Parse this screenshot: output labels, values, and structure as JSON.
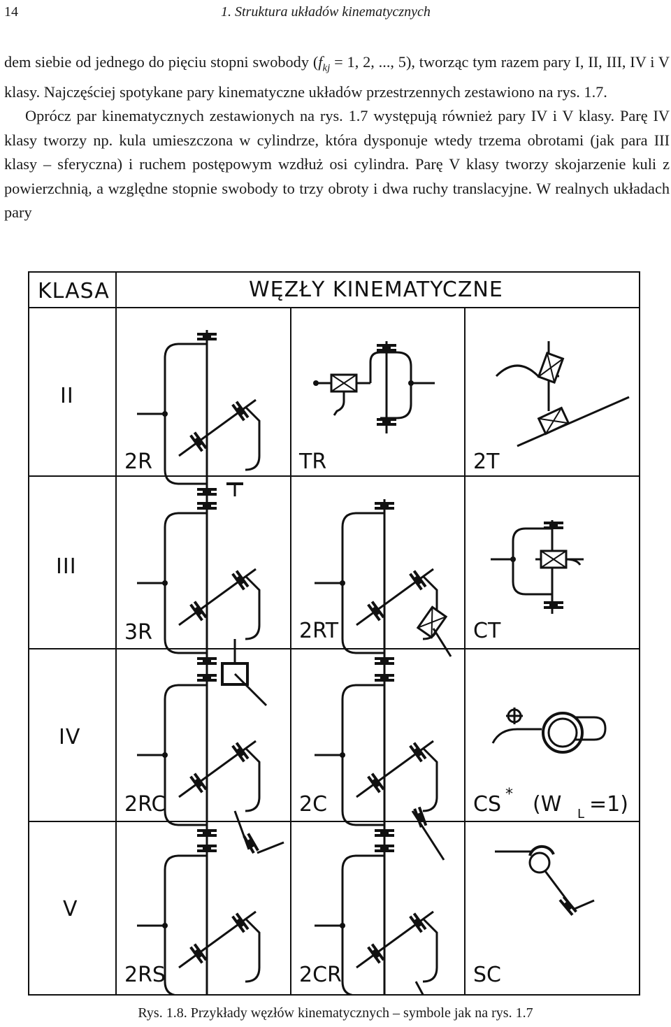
{
  "header": {
    "page_number": "14",
    "running_title": "1. Struktura układów kinematycznych"
  },
  "body": {
    "p1_before_f": "dem siebie od jednego do pięciu stopni swobody (",
    "p1_f": "f",
    "p1_sub": "kj",
    "p1_after": " = 1, 2, ..., 5), tworząc tym razem pary I, II, III, IV i V klasy. Najczęściej spotykane pary kinematyczne układów przestrzennych zestawiono na rys. 1.7.",
    "p2": "Oprócz par kinematycznych zestawionych na rys. 1.7 występują również pary IV i V klasy. Parę IV klasy tworzy np. kula umieszczona w cylindrze, która dysponuje wtedy trzema obrotami (jak para III klasy – sferyczna) i ruchem postępowym wzdłuż osi cylindra. Parę V klasy tworzy skojarzenie kuli z powierzchnią, a względne stopnie swobody to trzy obroty i dwa ruchy translacyjne. W realnych układach pary"
  },
  "figure": {
    "col_header_class": "KLASA",
    "col_header_nodes": "WĘZŁY KINEMATYCZNE",
    "rows": [
      {
        "class": "II",
        "cells": [
          "2R",
          "TR",
          "2T"
        ]
      },
      {
        "class": "III",
        "cells": [
          "3R",
          "2RT",
          "CT"
        ]
      },
      {
        "class": "IV",
        "cells": [
          "2RC",
          "2C",
          "CS"
        ]
      },
      {
        "class": "V",
        "cells": [
          "2RS",
          "2CR",
          "SC"
        ]
      }
    ],
    "cs_sup": "*",
    "cs_extra_open": "(W",
    "cs_extra_sub": "L",
    "cs_extra_close": "=1)"
  },
  "caption": "Rys. 1.8. Przykłady węzłów kinematycznych – symbole jak na rys. 1.7"
}
